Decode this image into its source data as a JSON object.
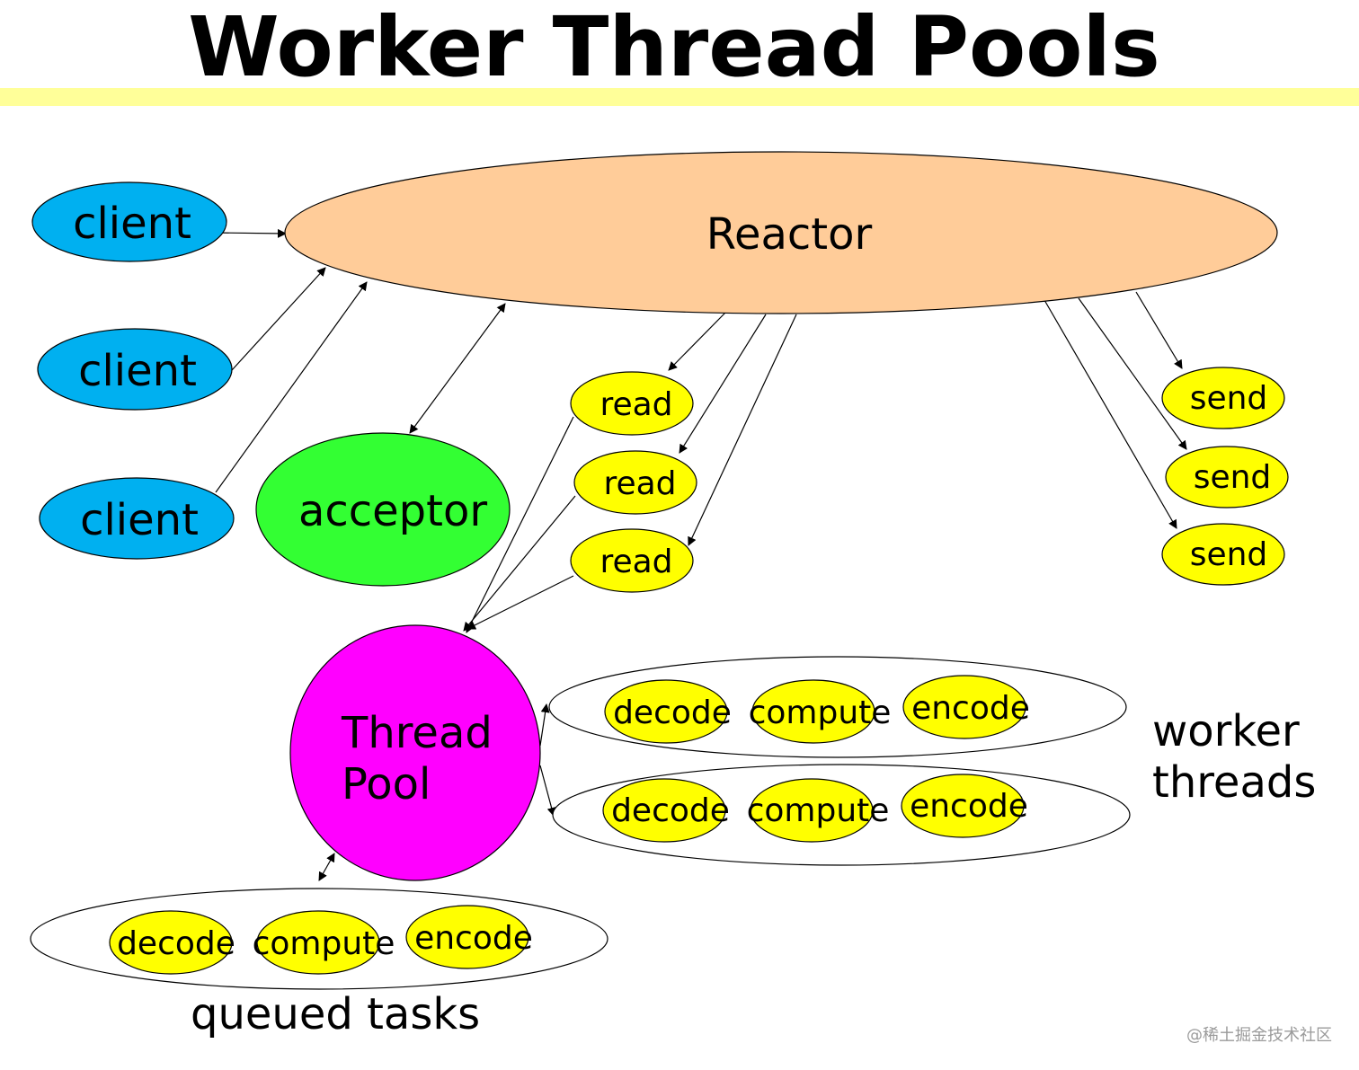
{
  "title": "Worker Thread Pools",
  "nodes": {
    "client_1": "client",
    "client_2": "client",
    "client_3": "client",
    "reactor": "Reactor",
    "acceptor": "acceptor",
    "read_1": "read",
    "read_2": "read",
    "read_3": "read",
    "send_1": "send",
    "send_2": "send",
    "send_3": "send",
    "thread_pool_line1": "Thread",
    "thread_pool_line2": "Pool"
  },
  "worker_row_1": {
    "decode": "decode",
    "compute": "compute",
    "encode": "encode"
  },
  "worker_row_2": {
    "decode": "decode",
    "compute": "compute",
    "encode": "encode"
  },
  "queued_row": {
    "decode": "decode",
    "compute": "compute",
    "encode": "encode"
  },
  "labels": {
    "worker_line1": "worker",
    "worker_line2": "threads",
    "queued": "queued tasks"
  },
  "watermark": "@稀土掘金技术社区",
  "colors": {
    "client": "#00b0f0",
    "reactor": "#ffcc99",
    "acceptor": "#33ff33",
    "small_node": "#ffff00",
    "thread_pool": "#ff00ff",
    "title_bar": "#ffff99"
  }
}
